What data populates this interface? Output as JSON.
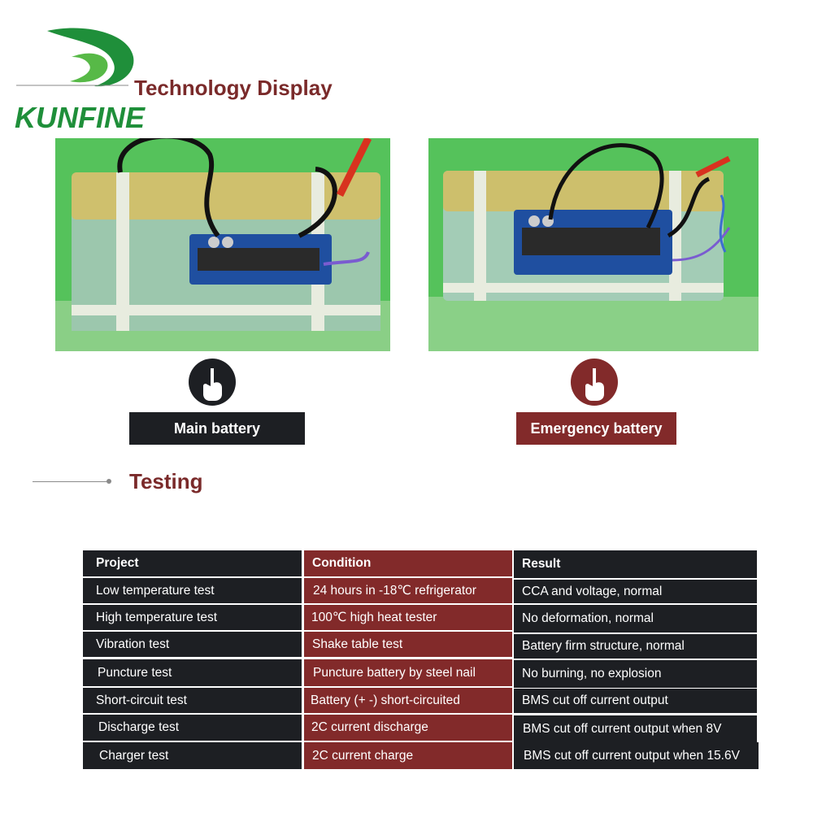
{
  "brand": {
    "name": "KUNFINE"
  },
  "sections": {
    "display_title": "Technology Display",
    "testing_title": "Testing"
  },
  "batteries": [
    {
      "label": "Main battery"
    },
    {
      "label": "Emergency battery"
    }
  ],
  "table": {
    "headers": [
      "Project",
      "Condition",
      "Result"
    ],
    "rows": [
      [
        "Low temperature test",
        "24 hours in -18℃ refrigerator",
        "CCA and voltage, normal"
      ],
      [
        "High temperature test",
        "100℃ high heat tester",
        "No deformation, normal"
      ],
      [
        "Vibration test",
        "Shake table test",
        "Battery firm structure, normal"
      ],
      [
        "Puncture test",
        "Puncture battery by steel nail",
        "No burning, no explosion"
      ],
      [
        "Short-circuit test",
        "Battery (+ -) short-circuited",
        "BMS cut off current output"
      ],
      [
        "Discharge test",
        "2C current discharge",
        "BMS cut off current output when 8V"
      ],
      [
        "Charger test",
        "2C current charge",
        "BMS cut off current output when 15.6V"
      ]
    ]
  },
  "colors": {
    "brand_green": "#1f8f3a",
    "accent_red": "#822a2a",
    "dark": "#1d1f23"
  },
  "icons": [
    "pointing-hand-icon"
  ]
}
